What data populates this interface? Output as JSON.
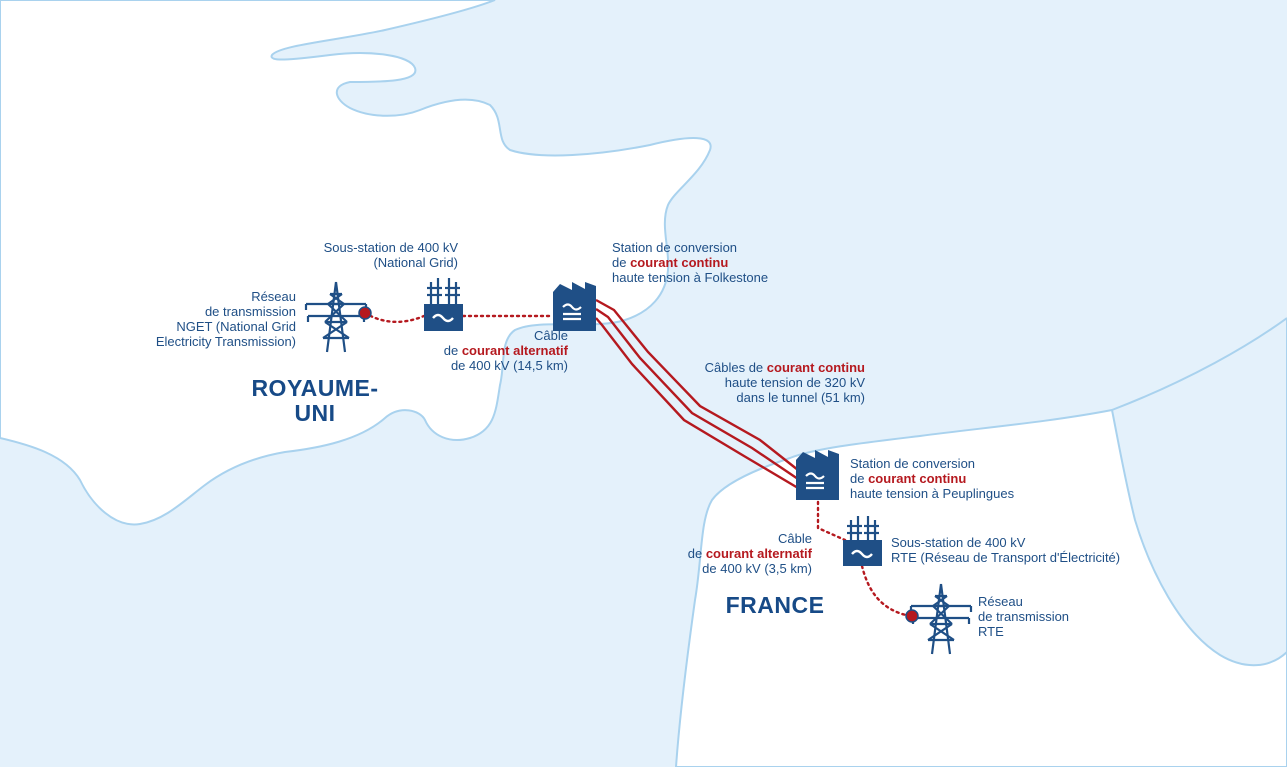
{
  "countries": {
    "uk": "ROYAUME-UNI",
    "uk_line1": "ROYAUME-",
    "uk_line2": "UNI",
    "france": "FRANCE"
  },
  "labels": {
    "uk_network": [
      "Réseau",
      "de transmission",
      "NGET (National Grid",
      "Electricity Transmission)"
    ],
    "uk_substation": [
      "Sous-station de 400 kV",
      "(National Grid)"
    ],
    "uk_ac_cable": {
      "line1": "Câble",
      "line2_prefix": "de ",
      "line2_highlight": "courant alternatif",
      "line3": "de 400 kV (14,5 km)"
    },
    "folkestone": {
      "line1": "Station de conversion",
      "line2_prefix": "de ",
      "line2_highlight": "courant continu",
      "line3": "haute tension à Folkestone"
    },
    "dc_cables": {
      "line1_prefix": "Câbles de ",
      "line1_highlight": "courant continu",
      "line2": "haute tension de 320 kV",
      "line3": "dans le tunnel (51 km)"
    },
    "peuplingues": {
      "line1": "Station de conversion",
      "line2_prefix": "de ",
      "line2_highlight": "courant continu",
      "line3": "haute tension à Peuplingues"
    },
    "fr_ac_cable": {
      "line1": "Câble",
      "line2_prefix": "de ",
      "line2_highlight": "courant alternatif",
      "line3": "de 400 kV (3,5 km)"
    },
    "fr_substation": [
      "Sous-station de 400 kV",
      "RTE (Réseau de Transport d'Électricité)"
    ],
    "fr_network": [
      "Réseau",
      "de transmission",
      "RTE"
    ]
  },
  "colors": {
    "sea": "#e4f1fb",
    "land": "#ffffff",
    "coast": "#a9d2ee",
    "navy": "#1f4f86",
    "red": "#b5191f"
  },
  "icons": {
    "pylon": "pylon-icon",
    "substation": "substation-icon",
    "converter": "converter-station-icon",
    "connector": "connector-dot-icon"
  }
}
